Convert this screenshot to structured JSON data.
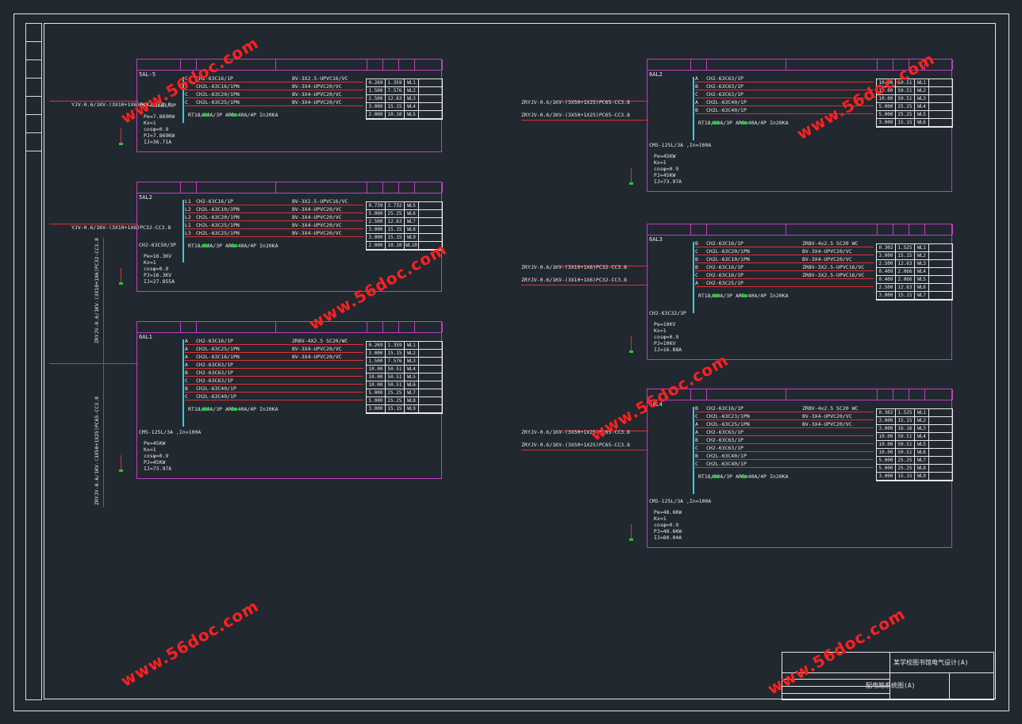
{
  "watermark": "www.56doc.com",
  "title_block": {
    "project": "某学校图书馆电气设计(A)",
    "drawing": "配电箱系统图(A)"
  },
  "panels": {
    "p1": {
      "name": "5AL-5",
      "breaker": "CH2-63C63/3P",
      "cable": "YJV-0.6/1KV-(3X10+1X6)PC32-CC3.8",
      "calc": [
        "Pe=7.869KW",
        "Kx=1",
        "cosφ=0.9",
        "PJ=7.869KW",
        "IJ=36.71A"
      ],
      "circuits": [
        {
          "ph": "C",
          "b": "CH2-63C16/1P",
          "w": "BV-3X2.5-UPVC16/VC"
        },
        {
          "ph": "C",
          "b": "CH2L-63C16/1PN",
          "w": "BV-3X4-UPVC20/VC"
        },
        {
          "ph": "C",
          "b": "CH2L-63C20/1PN",
          "w": "BV-3X4-UPVC20/VC"
        },
        {
          "ph": "C",
          "b": "CH2L-63C25/1PN",
          "w": "BV-3X4-UPVC20/VC"
        }
      ],
      "spd": "RT18/20A/3P ARD-40A/4P In20KA",
      "table": [
        [
          "0.269",
          "1.359",
          "WL1"
        ],
        [
          "1.500",
          "7.576",
          "WL2"
        ],
        [
          "2.500",
          "12.63",
          "WL3"
        ],
        [
          "3.000",
          "15.15",
          "WL4"
        ],
        [
          "2.000",
          "10.10",
          "WL5"
        ]
      ]
    },
    "p2": {
      "name": "5AL2",
      "breaker": "CH2-63C50/3P",
      "cable": "YJV-0.6/1KV-(3X10+1X6)PC32-CC3.8",
      "calc": [
        "Pe=16.3KV",
        "Kx=1",
        "cosφ=0.9",
        "PJ=16.3KV",
        "IJ=27.855A"
      ],
      "circuits": [
        {
          "ph": "L1",
          "b": "CH2-63C16/1P",
          "w": "BV-3X2.5-UPVC16/VC"
        },
        {
          "ph": "L2",
          "b": "CH2L-63C10/3PN",
          "w": "BV-3X4-UPVC20/VC"
        },
        {
          "ph": "L2",
          "b": "CH2L-63C20/1PN",
          "w": "BV-3X4-UPVC20/VC"
        },
        {
          "ph": "L1",
          "b": "CH2L-63C25/1PN",
          "w": "BV-3X4-UPVC20/VC"
        },
        {
          "ph": "L3",
          "b": "CH2L-63C25/1PN",
          "w": "BV-3X4-UPVC20/VC"
        }
      ],
      "spd": "RT18/20A/3P ARD-40A/4P In20KA",
      "table": [
        [
          "0.739",
          "3.732",
          "WL5"
        ],
        [
          "5.000",
          "25.25",
          "WL6"
        ],
        [
          "2.500",
          "12.63",
          "WL7"
        ],
        [
          "3.000",
          "15.15",
          "WL8"
        ],
        [
          "3.000",
          "15.15",
          "WL9"
        ],
        [
          "2.000",
          "10.10",
          "WL10"
        ]
      ]
    },
    "p3": {
      "name": "6AL1",
      "breaker": "CM5-125L/3A ,In=100A",
      "breaker2": "CM5-125L/3A ,In=100A",
      "calc": [
        "Pe=45KW",
        "Kx=1",
        "cosφ=0.9",
        "PJ=45KW",
        "IJ=73.97A"
      ],
      "circuits": [
        {
          "ph": "A",
          "b": "CH2-63C16/1P",
          "w": "ZRBV-4X2.5 SC20/WC"
        },
        {
          "ph": "A",
          "b": "CH2L-63C25/1PN",
          "w": "BV-3X4-UPVC20/VC"
        },
        {
          "ph": "A",
          "b": "CH2L-63C16/1PN",
          "w": "BV-3X4-UPVC20/VC"
        },
        {
          "ph": "A",
          "b": "CH2-63C63/1P",
          "w": ""
        },
        {
          "ph": "B",
          "b": "CH2-63C63/1P",
          "w": ""
        },
        {
          "ph": "C",
          "b": "CH2-63C63/1P",
          "w": ""
        },
        {
          "ph": "B",
          "b": "CH2L-63C40/1P",
          "w": ""
        },
        {
          "ph": "C",
          "b": "CH2L-63C40/1P",
          "w": ""
        }
      ],
      "spd": "RT18/20A/3P ARD-40A/4P In20KA",
      "table": [
        [
          "0.269",
          "1.359",
          "WL1"
        ],
        [
          "3.000",
          "15.15",
          "WL2"
        ],
        [
          "1.500",
          "7.576",
          "WL3"
        ],
        [
          "10.00",
          "50.51",
          "WL4"
        ],
        [
          "10.00",
          "50.51",
          "WL5"
        ],
        [
          "10.00",
          "50.51",
          "WL6"
        ],
        [
          "5.000",
          "25.25",
          "WL7"
        ],
        [
          "5.000",
          "25.25",
          "WL8"
        ],
        [
          "3.000",
          "15.15",
          "WL9"
        ]
      ],
      "vcable1": "ZRYJV-0.6/1KV-(3X50+1X25)PC65-CC3.8",
      "vcable2": "ZRYJV-0.6/1KV-(3X50+1X25)PC65-CC3.8",
      "vcable3": "ZRYJV-0.6/1KV-(3X10+1X6)PC32-CC3.8"
    },
    "p4": {
      "name": "6AL2",
      "breaker": "CM5-125L/3A ,In=100A",
      "breaker2": "CM5-125L/3A ,In=100A",
      "cable1": "ZRYJV-0.6/1KV-(3X50+1X25)PC65-CC3.8",
      "cable2": "ZRYJV-0.6/1KV-(3X50+1X25)PC65-CC3.8",
      "calc": [
        "Pe=45KW",
        "Kx=1",
        "cosφ=0.9",
        "PJ=45KW",
        "IJ=73.97A"
      ],
      "circuits": [
        {
          "ph": "A",
          "b": "CH2-63C63/1P"
        },
        {
          "ph": "B",
          "b": "CH2-63C63/1P"
        },
        {
          "ph": "C",
          "b": "CH2-63C63/1P"
        },
        {
          "ph": "A",
          "b": "CH2L-63C40/1P"
        },
        {
          "ph": "B",
          "b": "CH2L-63C40/1P"
        }
      ],
      "spd": "RT18/20A/3P ARD-40A/4P In20KA",
      "table": [
        [
          "10.00",
          "50.51",
          "WL1"
        ],
        [
          "10.00",
          "50.51",
          "WL2"
        ],
        [
          "10.00",
          "50.51",
          "WL3"
        ],
        [
          "5.000",
          "25.25",
          "WL4"
        ],
        [
          "5.000",
          "25.25",
          "WL5"
        ],
        [
          "3.000",
          "15.15",
          "WL6"
        ]
      ]
    },
    "p5": {
      "name": "6AL3",
      "breaker": "CH2-63C32/3P",
      "breaker2": "CH2-63C32/3P",
      "cable1": "ZRYJV-0.6/1KV-(3X10+1X6)PC32-CC3.8",
      "cable2": "ZRYJV-0.6/1KV-(3X10+1X6)PC32-CC3.8",
      "calc": [
        "Pe=10KV",
        "Kx=1",
        "cosφ=0.9",
        "PJ=10KV",
        "IJ=16.88A"
      ],
      "circuits": [
        {
          "ph": "B",
          "b": "CH2-63C16/1P",
          "w": "ZRBV-4x2.5 SC20 WC"
        },
        {
          "ph": "C",
          "b": "CH2L-63C20/1PN",
          "w": "BV-3X4-UPVC20/VC"
        },
        {
          "ph": "B",
          "b": "CH2L-63C10/1PN",
          "w": "BV-3X4-UPVC20/VC"
        },
        {
          "ph": "B",
          "b": "CH2-63C16/1P",
          "w": "ZRBV-3X2.5-UPVC16/VC"
        },
        {
          "ph": "C",
          "b": "CH2-63C16/1P",
          "w": "ZRBV-3X2.5-UPVC16/VC"
        },
        {
          "ph": "A",
          "b": "CH2-63C25/1P",
          "w": ""
        }
      ],
      "spd": "RT18/20A/3P ARD-40A/4P In20KA",
      "table": [
        [
          "0.302",
          "1.525",
          "WL1"
        ],
        [
          "3.000",
          "15.15",
          "WL2"
        ],
        [
          "2.500",
          "12.63",
          "WL3"
        ],
        [
          "0.409",
          "2.066",
          "WL4"
        ],
        [
          "0.409",
          "2.066",
          "WL5"
        ],
        [
          "2.500",
          "12.63",
          "WL6"
        ],
        [
          "3.000",
          "15.15",
          "WL7"
        ]
      ]
    },
    "p6": {
      "name": "6AL4",
      "breaker": "CM5-125L/3A ,In=100A",
      "breaker2": "CM5-125L/3A ,In=100A",
      "cable1": "ZRYJV-0.6/1KV-(3X50+1X25)PC65-CC3.8",
      "cable2": "ZRYJV-0.6/1KV-(3X50+1X25)PC65-CC3.8",
      "calc": [
        "Pe=48.6KW",
        "Kx=1",
        "cosφ=0.9",
        "PJ=48.6KW",
        "IJ=80.04A"
      ],
      "circuits": [
        {
          "ph": "B",
          "b": "CH2-63C16/1P",
          "w": "ZRBV-4x2.5 SC20 WC"
        },
        {
          "ph": "C",
          "b": "CH2L-63C23/1PN",
          "w": "BV-3X4-UPVC20/VC"
        },
        {
          "ph": "A",
          "b": "CH2L-63C25/1PN",
          "w": "BV-3X4-UPVC20/VC"
        },
        {
          "ph": "A",
          "b": "CH2-63C63/1P",
          "w": ""
        },
        {
          "ph": "B",
          "b": "CH2-63C63/1P",
          "w": ""
        },
        {
          "ph": "C",
          "b": "CH2-63C63/1P",
          "w": ""
        },
        {
          "ph": "B",
          "b": "CH2L-63C40/1P",
          "w": ""
        },
        {
          "ph": "C",
          "b": "CH2L-63C40/1P",
          "w": ""
        }
      ],
      "spd": "RT18/20A/3P ARD-40A/4P In20KA",
      "table": [
        [
          "0.302",
          "1.525",
          "WL1"
        ],
        [
          "3.000",
          "15.15",
          "WL2"
        ],
        [
          "3.000",
          "16.16",
          "WL3"
        ],
        [
          "10.00",
          "50.51",
          "WL4"
        ],
        [
          "10.00",
          "50.51",
          "WL5"
        ],
        [
          "10.00",
          "50.51",
          "WL6"
        ],
        [
          "5.000",
          "25.25",
          "WL7"
        ],
        [
          "5.000",
          "25.25",
          "WL8"
        ],
        [
          "3.000",
          "15.15",
          "WL9"
        ]
      ]
    }
  }
}
